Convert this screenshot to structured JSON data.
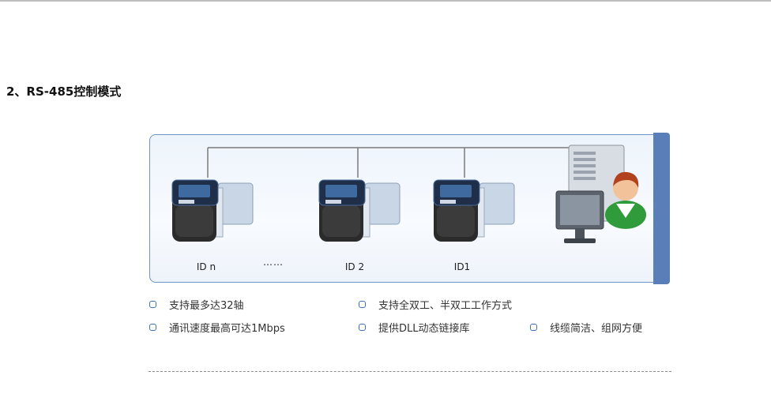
{
  "section": {
    "title": "2、RS-485控制模式"
  },
  "diagram": {
    "motors": [
      {
        "label": "ID n"
      },
      {
        "label": "ID 2"
      },
      {
        "label": "ID1"
      }
    ],
    "ellipsis": "……",
    "colors": {
      "frame_border": "#6e93c8",
      "sidebar": "#5a7fb8",
      "bullet": "#3f6fb5"
    }
  },
  "features": [
    "支持最多达32轴",
    "支持全双工、半双工工作方式",
    "通讯速度最高可达1Mbps",
    "提供DLL动态链接库",
    "线缆简洁、组网方便"
  ]
}
